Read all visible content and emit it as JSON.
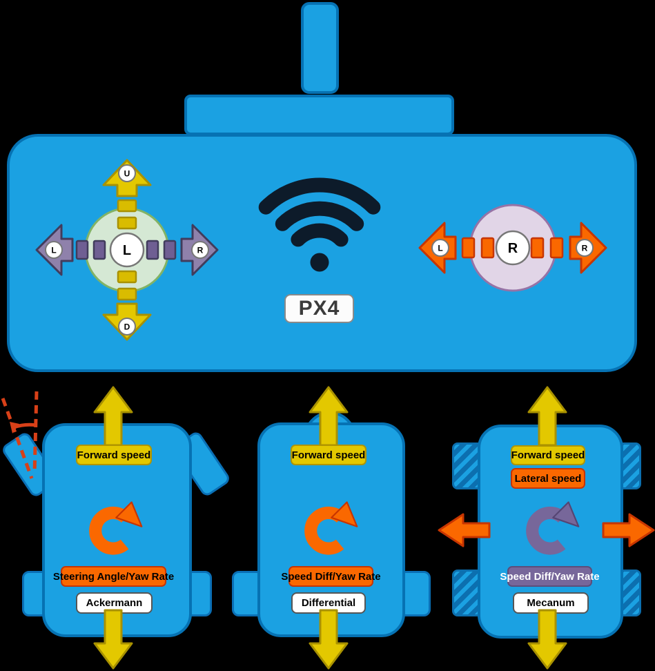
{
  "controller": {
    "px4_label": "PX4",
    "left_stick": {
      "center": "L",
      "up": "U",
      "down": "D",
      "left": "L",
      "right": "R"
    },
    "right_stick": {
      "center": "R",
      "left": "L",
      "right": "R"
    }
  },
  "rovers": {
    "ackermann": {
      "forward": "Forward speed",
      "control": "Steering Angle/Yaw Rate",
      "name": "Ackermann"
    },
    "differential": {
      "forward": "Forward speed",
      "control": "Speed Diff/Yaw Rate",
      "name": "Differential"
    },
    "mecanum": {
      "forward": "Forward speed",
      "lateral": "Lateral speed",
      "control": "Speed Diff/Yaw Rate",
      "name": "Mecanum"
    }
  },
  "colors": {
    "background": "#000000",
    "body_blue": "#1BA1E2",
    "body_stroke": "#0672B3",
    "yellow": "#E3C800",
    "yellow_stroke": "#B09500",
    "orange": "#FA6800",
    "orange_stroke": "#C73500",
    "purple": "#77679A",
    "purple_stroke": "#5D4D7A",
    "stick_arrow_purple": "#8F81AB",
    "stick_dash_purple": "#6F5F93",
    "pad_green": "#D5E8D4",
    "pad_green_stroke": "#82B366",
    "pad_lavender": "#E1D5E7",
    "pad_lavender_stroke": "#9673A6",
    "wifi_dark": "#0D1B2A",
    "steering_angle_red": "#D84018"
  }
}
